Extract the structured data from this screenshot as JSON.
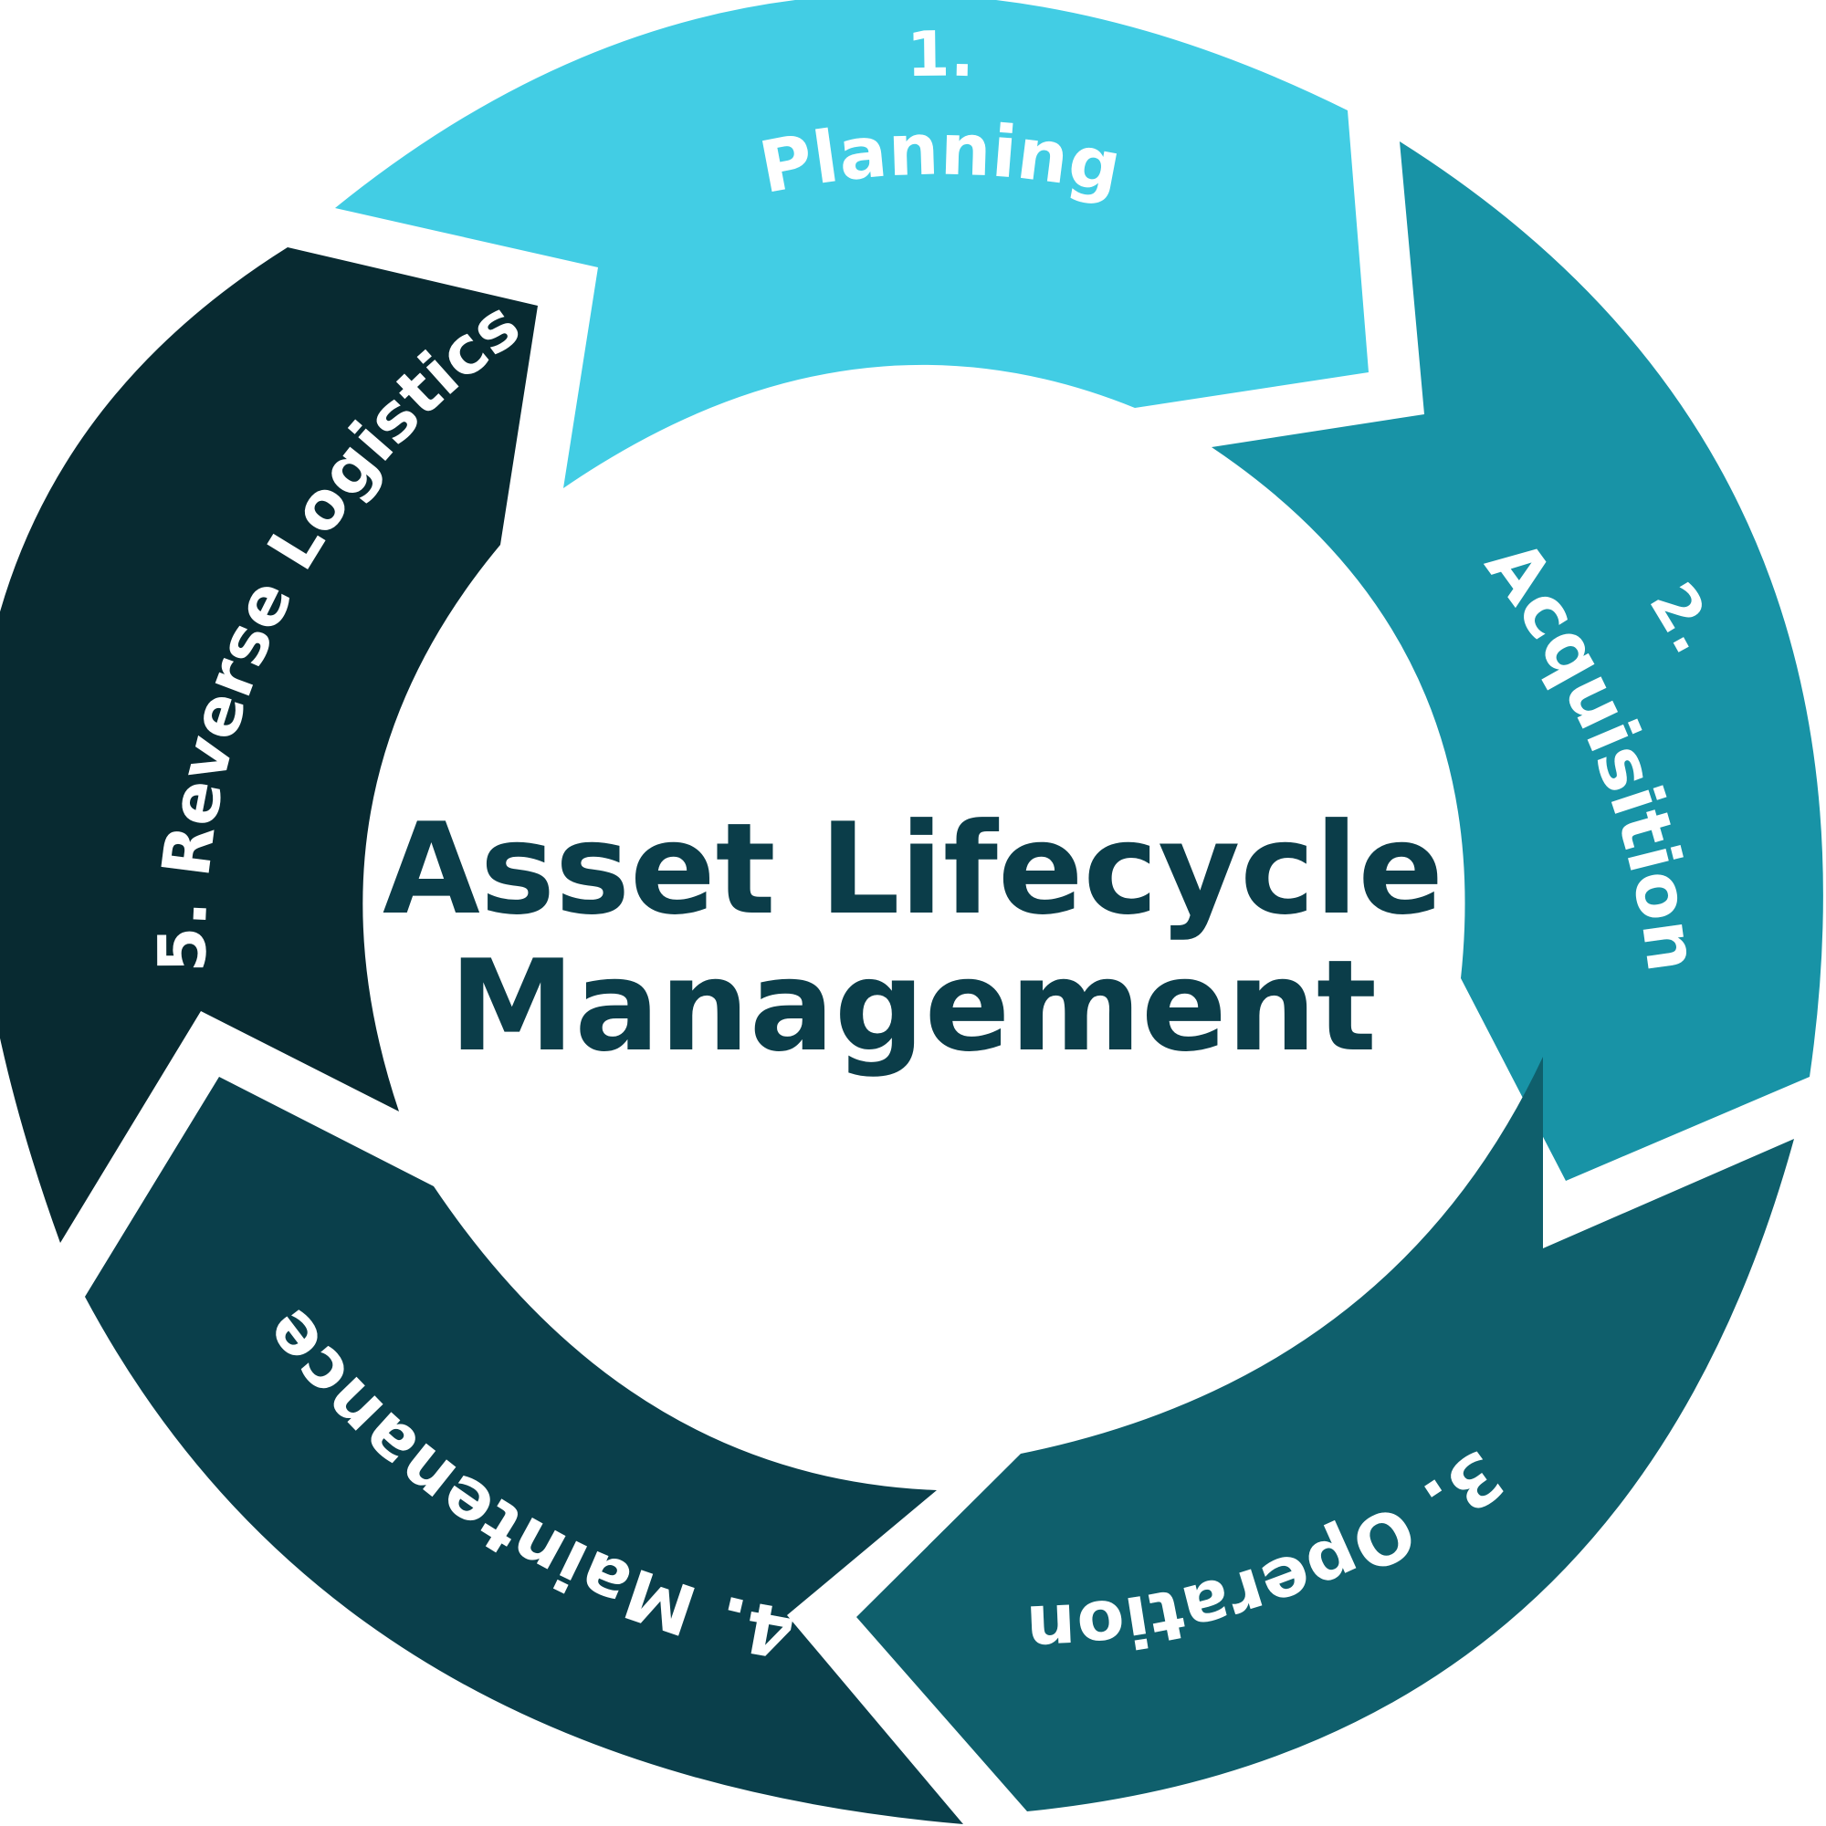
{
  "diagram": {
    "title_line1": "Asset Lifecycle",
    "title_line2": "Management",
    "stages": [
      {
        "number": "1.",
        "label": "Planning",
        "color": "#42cde4"
      },
      {
        "number": "2.",
        "label": "Acquisition",
        "color": "#1893a6"
      },
      {
        "number": "3.",
        "label": "Operation",
        "color": "#0f5f6c"
      },
      {
        "number": "4.",
        "label": "Maintenance",
        "color": "#0a3f4b"
      },
      {
        "number": "5.",
        "label": "Reverse Logistics",
        "color": "#082a31"
      }
    ],
    "title_color": "#0b3d49"
  }
}
